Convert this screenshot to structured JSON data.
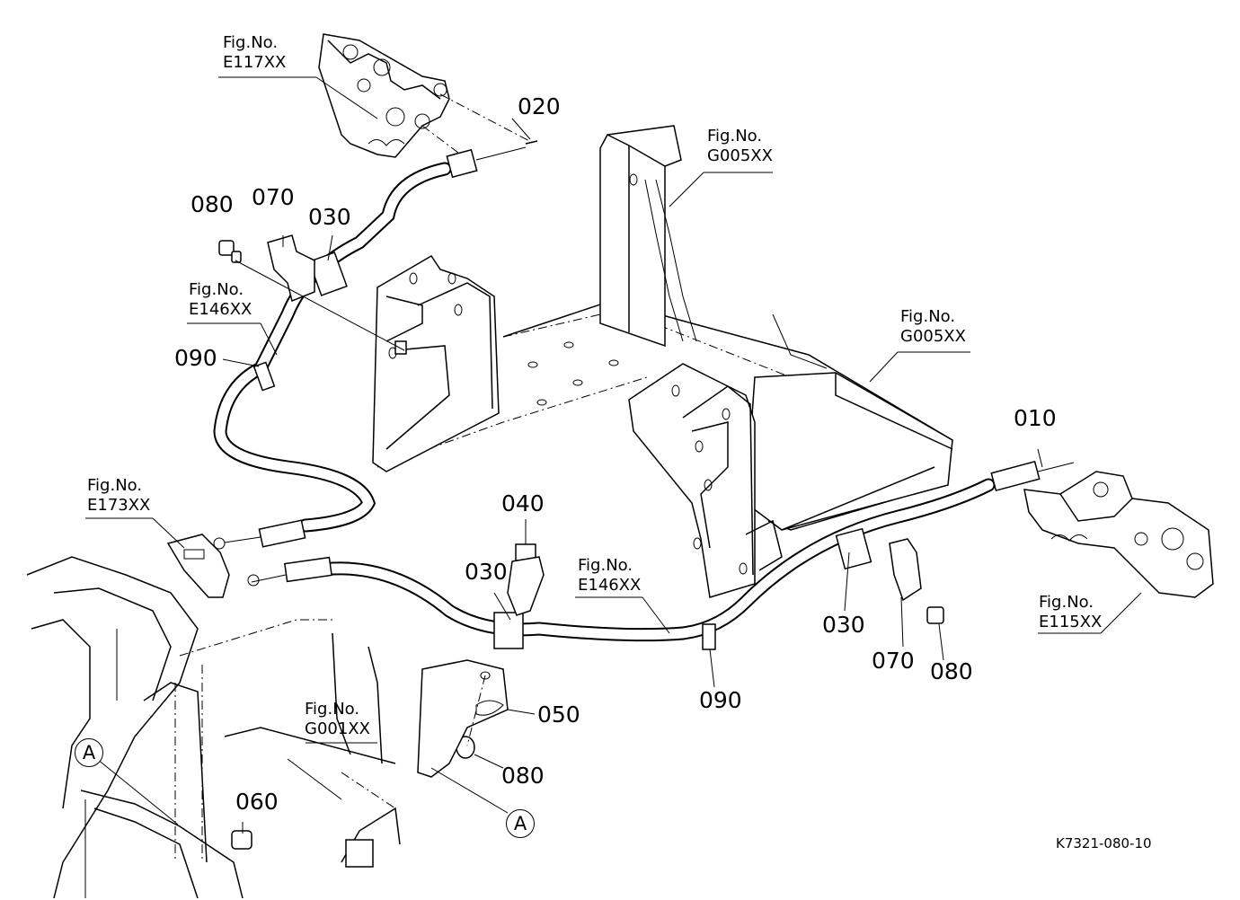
{
  "diagram": {
    "drawing_code": "K7321-080-10",
    "part_numbers": {
      "p010": "010",
      "p020": "020",
      "p030_left": "030",
      "p030_mid": "030",
      "p030_right": "030",
      "p040": "040",
      "p050": "050",
      "p060": "060",
      "p070_left": "070",
      "p070_right": "070",
      "p080_left": "080",
      "p080_mid": "080",
      "p080_right": "080",
      "p090_left": "090",
      "p090_right": "090"
    },
    "figure_refs": {
      "e117": {
        "prefix": "Fig.No.",
        "code": "E117XX"
      },
      "g005_top": {
        "prefix": "Fig.No.",
        "code": "G005XX"
      },
      "g005_right": {
        "prefix": "Fig.No.",
        "code": "G005XX"
      },
      "e146_left": {
        "prefix": "Fig.No.",
        "code": "E146XX"
      },
      "e146_mid": {
        "prefix": "Fig.No.",
        "code": "E146XX"
      },
      "e173": {
        "prefix": "Fig.No.",
        "code": "E173XX"
      },
      "e115": {
        "prefix": "Fig.No.",
        "code": "E115XX"
      },
      "g001": {
        "prefix": "Fig.No.",
        "code": "G001XX"
      }
    },
    "callouts": {
      "left": "A",
      "bottom": "A"
    }
  }
}
